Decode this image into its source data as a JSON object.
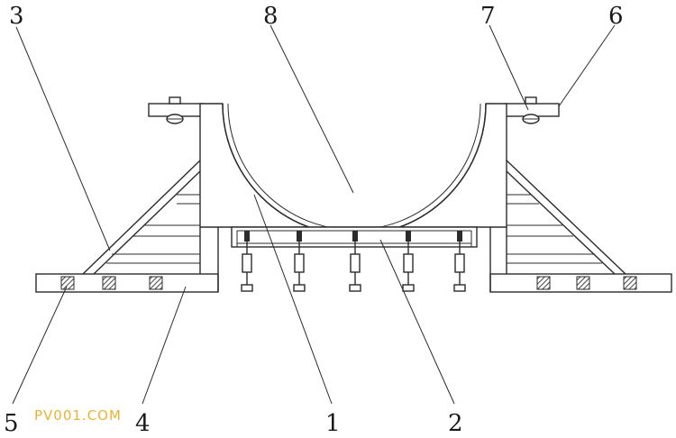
{
  "callouts": [
    {
      "id": "1",
      "text": "1"
    },
    {
      "id": "2",
      "text": "2"
    },
    {
      "id": "3",
      "text": "3"
    },
    {
      "id": "4",
      "text": "4"
    },
    {
      "id": "5",
      "text": "5"
    },
    {
      "id": "6",
      "text": "6"
    },
    {
      "id": "7",
      "text": "7"
    },
    {
      "id": "8",
      "text": "8"
    }
  ],
  "watermark": "PV001.COM",
  "colors": {
    "stroke": "#2b2b2b",
    "watermark": "#f0b030",
    "hatch": "#555555"
  }
}
